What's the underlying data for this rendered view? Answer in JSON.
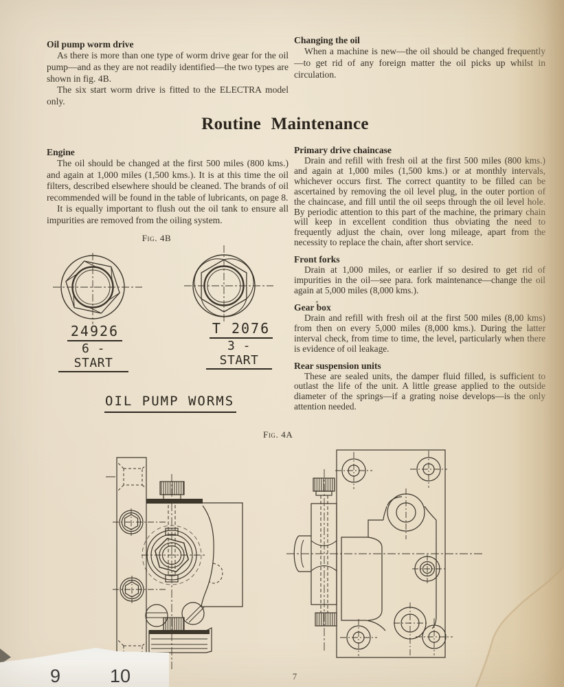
{
  "title": "Routine Maintenance",
  "page": {
    "number": "7"
  },
  "intro_left": {
    "heading": "Oil pump worm drive",
    "para1": "As there is more than one type of worm drive gear for the oil pump—and as they are not readily identified—the two types are shown in fig. 4B.",
    "para2": "The six start worm drive is fitted to the ELECTRA model only."
  },
  "intro_right": {
    "heading": "Changing the oil",
    "para1": "When a machine is new—the oil should be changed frequently—to get rid of any foreign matter the oil picks up whilst in circulation."
  },
  "engine": {
    "heading": "Engine",
    "para1": "The oil should be changed at the first 500 miles (800 kms.) and again at 1,000 miles (1,500 kms.). It is at this time the oil filters, described elsewhere should be cleaned. The brands of oil recommended will be found in the table of lubricants, on page 8.",
    "para2": "It is equally important to flush out the oil tank to ensure all impurities are removed from the oiling system."
  },
  "right_sections": {
    "primary": {
      "heading": "Primary drive chaincase",
      "para": "Drain and refill with fresh oil at the first 500 miles (800 kms.) and again at 1,000 miles (1,500 kms.) or at monthly intervals, whichever occurs first. The correct quantity to be filled can be ascertained by removing the oil level plug, in the outer portion of the chaincase, and fill until the oil seeps through the oil level hole. By periodic attention to this part of the machine, the primary chain will keep in excellent condition thus obviating the need to frequently adjust the chain, over long mileage, apart from the necessity to replace the chain, after short service."
    },
    "front_forks": {
      "heading": "Front forks",
      "para": "Drain at 1,000 miles, or earlier if so desired to get rid of impurities in the oil—see para. fork maintenance—change the oil again at 5,000 miles (8,000 kms.)."
    },
    "gearbox": {
      "heading": "Gear box",
      "mark": "″",
      "para": "Drain and refill with fresh oil at the first 500 miles (8,00 kms) from then on every 5,000 miles (8,000 kms.). During the latter interval check, from time to time, the level, particularly when there is evidence of oil leakage."
    },
    "rear": {
      "heading": "Rear suspension units",
      "para": "These are sealed units, the damper fluid filled, is sufficient to outlast the life of the unit. A little grease applied to the outside diameter of the springs—if a grating noise develops—is the only attention needed."
    }
  },
  "fig4b": {
    "caption": "Fig. 4B",
    "left_part_no": "24926",
    "left_type": "6 - START",
    "right_part_no": "T 2076",
    "right_type": "3 - START"
  },
  "worms_title": "OIL PUMP WORMS",
  "fig4a": {
    "caption": "Fig. 4A"
  },
  "ruler": {
    "num1": "9",
    "num2": "10"
  }
}
